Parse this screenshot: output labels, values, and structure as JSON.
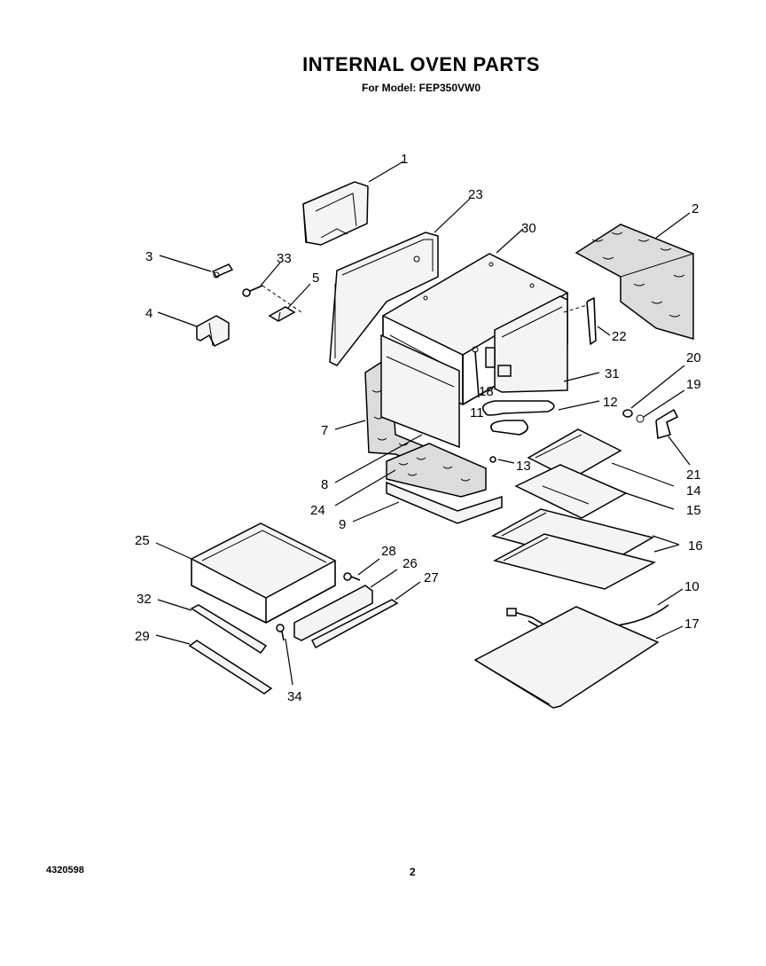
{
  "title": "INTERNAL OVEN PARTS",
  "subtitle": "For Model: FEP350VW0",
  "document_number": "4320598",
  "page_number": "2",
  "callouts": [
    "1",
    "2",
    "3",
    "4",
    "5",
    "7",
    "8",
    "9",
    "10",
    "11",
    "12",
    "13",
    "14",
    "15",
    "16",
    "17",
    "18",
    "19",
    "20",
    "21",
    "22",
    "23",
    "24",
    "25",
    "26",
    "27",
    "28",
    "29",
    "30",
    "31",
    "32",
    "33",
    "34"
  ]
}
